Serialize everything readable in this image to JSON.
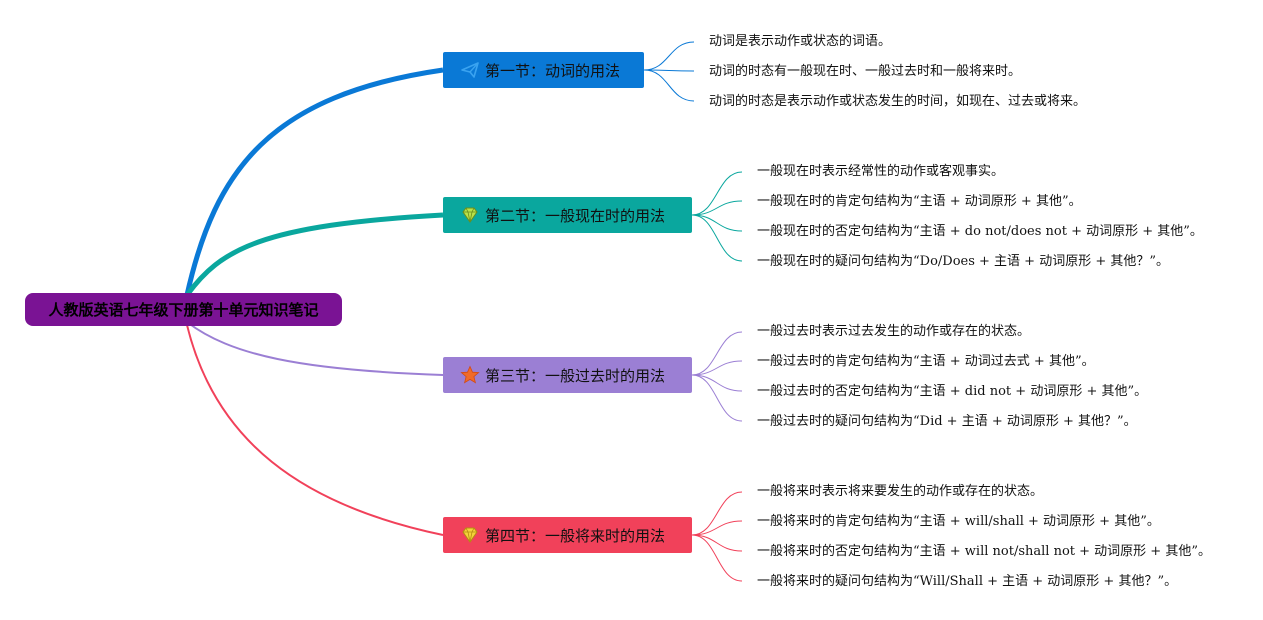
{
  "root": {
    "title": "人教版英语七年级下册第十单元知识笔记",
    "color": "#7a1394"
  },
  "sections": [
    {
      "title": "第一节：动词的用法",
      "color": "#0a79d6",
      "icon": "paper-plane-icon",
      "notes": [
        "动词是表示动作或状态的词语。",
        "动词的时态有一般现在时、一般过去时和一般将来时。",
        "动词的时态是表示动作或状态发生的时间，如现在、过去或将来。"
      ]
    },
    {
      "title": "第二节：一般现在时的用法",
      "color": "#0aa79e",
      "icon": "diamond-icon",
      "notes": [
        "一般现在时表示经常性的动作或客观事实。",
        "一般现在时的肯定句结构为“主语 + 动词原形 + 其他”。",
        "一般现在时的否定句结构为“主语 + do not/does not + 动词原形 + 其他”。",
        "一般现在时的疑问句结构为“Do/Does + 主语 + 动词原形 + 其他？”。"
      ]
    },
    {
      "title": "第三节：一般过去时的用法",
      "color": "#9b7fd4",
      "icon": "star-icon",
      "notes": [
        "一般过去时表示过去发生的动作或存在的状态。",
        "一般过去时的肯定句结构为“主语 + 动词过去式 + 其他”。",
        "一般过去时的否定句结构为“主语 + did not + 动词原形 + 其他”。",
        "一般过去时的疑问句结构为“Did + 主语 + 动词原形 + 其他？”。"
      ]
    },
    {
      "title": "第四节：一般将来时的用法",
      "color": "#f1415a",
      "icon": "diamond-icon",
      "notes": [
        "一般将来时表示将来要发生的动作或存在的状态。",
        "一般将来时的肯定句结构为“主语 + will/shall + 动词原形 + 其他”。",
        "一般将来时的否定句结构为“主语 + will not/shall not + 动词原形 + 其他”。",
        "一般将来时的疑问句结构为“Will/Shall + 主语 + 动词原形 + 其他？”。"
      ]
    }
  ]
}
